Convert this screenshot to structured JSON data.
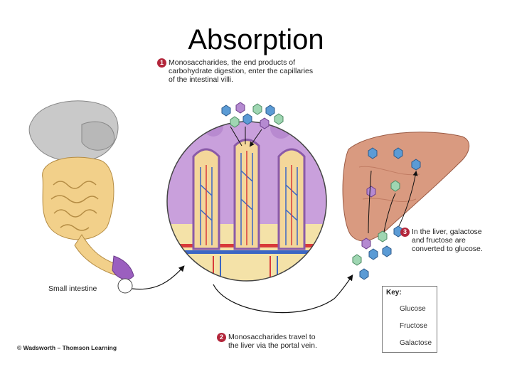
{
  "slide": {
    "title": "Absorption"
  },
  "steps": [
    {
      "number": "1",
      "text_lines": [
        "Monosaccharides, the end products of",
        "carbohydrate digestion, enter the capillaries",
        "of the intestinal villi."
      ]
    },
    {
      "number": "2",
      "text_lines": [
        "Monosaccharides travel to",
        "the liver via the portal vein."
      ]
    },
    {
      "number": "3",
      "text_lines": [
        "In the liver, galactose",
        "and fructose are",
        "converted to glucose."
      ]
    }
  ],
  "labels": {
    "small_intestine": "Small intestine"
  },
  "key": {
    "title": "Key:",
    "items": [
      {
        "label": "Glucose",
        "color": "#5b9bd5"
      },
      {
        "label": "Fructose",
        "color": "#b58ad1"
      },
      {
        "label": "Galactose",
        "color": "#9fd6b2"
      }
    ]
  },
  "credit": "© Wadsworth – Thomson Learning"
}
